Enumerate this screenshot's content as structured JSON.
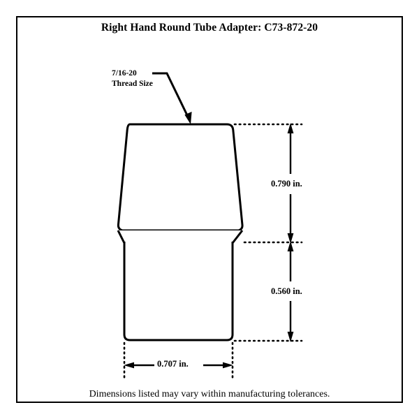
{
  "document": {
    "title": "Right Hand Round Tube Adapter: C73-872-20",
    "footer_note": "Dimensions listed may vary within manufacturing tolerances.",
    "border_color": "#000000",
    "line_color": "#000000",
    "background_color": "#ffffff"
  },
  "callout": {
    "line1": "7/16-20",
    "line2": "Thread Size",
    "leader_target": "tapered-head-top-edge"
  },
  "dimensions": {
    "height_upper": "0.790 in.",
    "height_lower": "0.560 in.",
    "width": "0.707 in."
  },
  "chart_data": {
    "type": "diagram",
    "title": "Right Hand Round Tube Adapter: C73-872-20",
    "subtitle": "Dimensions listed may vary within manufacturing tolerances.",
    "units": "in.",
    "parts": [
      {
        "name": "tapered-head",
        "description": "Tapered (trapezoidal) threaded head with rounded top corners",
        "height": "0.790 in.",
        "thread": "7/16-20"
      },
      {
        "name": "round-tube-body",
        "description": "Straight round tube body with rounded bottom corners",
        "height": "0.560 in.",
        "outer_diameter": "0.707 in."
      }
    ],
    "annotations": [
      {
        "label": "7/16-20 Thread Size",
        "points_to": "tapered-head"
      },
      {
        "label": "0.790 in.",
        "measures": "tapered-head height",
        "orientation": "vertical"
      },
      {
        "label": "0.560 in.",
        "measures": "round-tube-body height",
        "orientation": "vertical"
      },
      {
        "label": "0.707 in.",
        "measures": "round-tube-body width",
        "orientation": "horizontal"
      }
    ]
  }
}
